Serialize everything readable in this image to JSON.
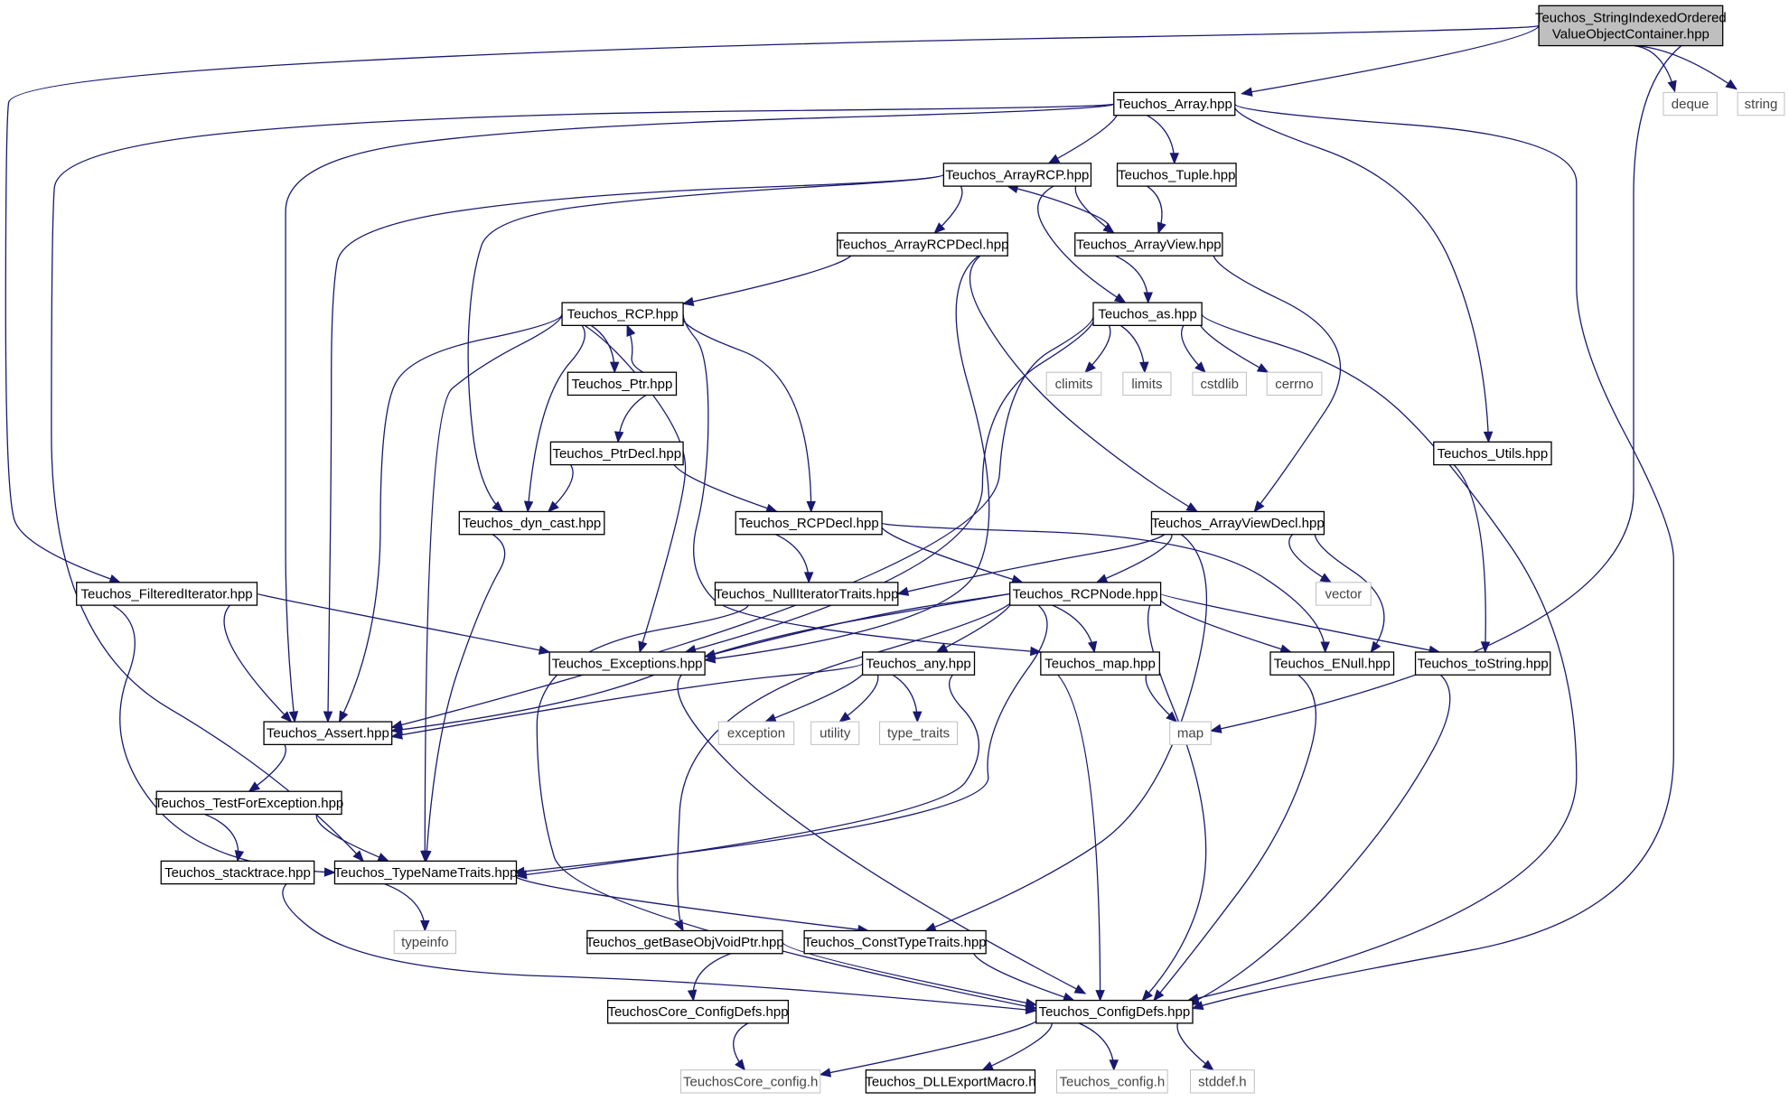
{
  "colors": {
    "edge": "#191970",
    "node_border": "#000000",
    "external_border": "#bfbfbf",
    "root_fill": "#bfbfbf",
    "node_fill": "#ffffff"
  },
  "nodes": {
    "root": [
      "Teuchos_StringIndexedOrdered",
      "ValueObjectContainer.hpp"
    ],
    "array": [
      "Teuchos_Array.hpp"
    ],
    "deque": [
      "deque"
    ],
    "string": [
      "string"
    ],
    "arrayrcp": [
      "Teuchos_ArrayRCP.hpp"
    ],
    "tuple": [
      "Teuchos_Tuple.hpp"
    ],
    "arrayrcpdecl": [
      "Teuchos_ArrayRCPDecl.hpp"
    ],
    "arrayview": [
      "Teuchos_ArrayView.hpp"
    ],
    "rcp": [
      "Teuchos_RCP.hpp"
    ],
    "as": [
      "Teuchos_as.hpp"
    ],
    "ptr": [
      "Teuchos_Ptr.hpp"
    ],
    "climits": [
      "climits"
    ],
    "limits": [
      "limits"
    ],
    "cstdlib": [
      "cstdlib"
    ],
    "cerrno": [
      "cerrno"
    ],
    "utils": [
      "Teuchos_Utils.hpp"
    ],
    "ptrdecl": [
      "Teuchos_PtrDecl.hpp"
    ],
    "dyncast": [
      "Teuchos_dyn_cast.hpp"
    ],
    "rcpdecl": [
      "Teuchos_RCPDecl.hpp"
    ],
    "arrayviewdecl": [
      "Teuchos_ArrayViewDecl.hpp"
    ],
    "filtered": [
      "Teuchos_FilteredIterator.hpp"
    ],
    "nulliter": [
      "Teuchos_NullIteratorTraits.hpp"
    ],
    "rcpnode": [
      "Teuchos_RCPNode.hpp"
    ],
    "vector": [
      "vector"
    ],
    "exceptions": [
      "Teuchos_Exceptions.hpp"
    ],
    "any": [
      "Teuchos_any.hpp"
    ],
    "map_hpp": [
      "Teuchos_map.hpp"
    ],
    "enull": [
      "Teuchos_ENull.hpp"
    ],
    "tostring": [
      "Teuchos_toString.hpp"
    ],
    "assert": [
      "Teuchos_Assert.hpp"
    ],
    "exception": [
      "exception"
    ],
    "utility": [
      "utility"
    ],
    "type_traits": [
      "type_traits"
    ],
    "map": [
      "map"
    ],
    "testforexc": [
      "Teuchos_TestForException.hpp"
    ],
    "stacktrace": [
      "Teuchos_stacktrace.hpp"
    ],
    "typename": [
      "Teuchos_TypeNameTraits.hpp"
    ],
    "typeinfo": [
      "typeinfo"
    ],
    "getbase": [
      "Teuchos_getBaseObjVoidPtr.hpp"
    ],
    "consttype": [
      "Teuchos_ConstTypeTraits.hpp"
    ],
    "coreconfigdefs": [
      "TeuchosCore_ConfigDefs.hpp"
    ],
    "configdefs": [
      "Teuchos_ConfigDefs.hpp"
    ],
    "coreconfig": [
      "TeuchosCore_config.h"
    ],
    "dllexport": [
      "Teuchos_DLLExportMacro.h"
    ],
    "config": [
      "Teuchos_config.h"
    ],
    "stddef": [
      "stddef.h"
    ]
  }
}
